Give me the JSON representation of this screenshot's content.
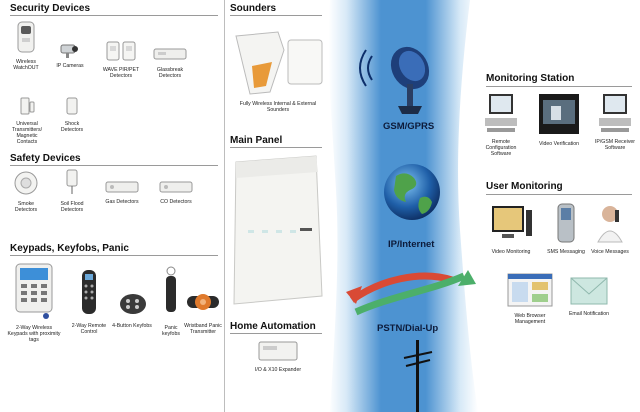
{
  "sections": {
    "security": {
      "title": "Security Devices",
      "devices": [
        {
          "label": "Wireless WatchOUT",
          "icon": "outdoor-detector-icon"
        },
        {
          "label": "IP Cameras",
          "icon": "ip-camera-icon"
        },
        {
          "label": "WAVE PIR/PET Detectors",
          "icon": "pir-detector-icon"
        },
        {
          "label": "Glassbreak Detectors",
          "icon": "glassbreak-detector-icon"
        },
        {
          "label": "Universal Transmitters/ Magnetic Contacts",
          "icon": "magnetic-contact-icon"
        },
        {
          "label": "Shock Detectors",
          "icon": "shock-detector-icon"
        }
      ]
    },
    "safety": {
      "title": "Safety Devices",
      "devices": [
        {
          "label": "Smoke Detectors",
          "icon": "smoke-detector-icon"
        },
        {
          "label": "Soil Flood Detectors",
          "icon": "flood-detector-icon"
        },
        {
          "label": "Gas Detectors",
          "icon": "gas-detector-icon"
        },
        {
          "label": "CO Detectors",
          "icon": "co-detector-icon"
        }
      ]
    },
    "keypads": {
      "title": "Keypads, Keyfobs, Panic",
      "devices": [
        {
          "label": "2-Way Wireless Keypads with proximity tags",
          "icon": "keypad-icon"
        },
        {
          "label": "2-Way Remote Control",
          "icon": "remote-control-icon"
        },
        {
          "label": "4-Button Keyfobs",
          "icon": "keyfob-icon"
        },
        {
          "label": "Panic keyfobs",
          "icon": "panic-keyfob-icon"
        },
        {
          "label": "Wristband Panic Transmitter",
          "icon": "wristband-icon"
        }
      ]
    },
    "sounders": {
      "title": "Sounders",
      "devices": [
        {
          "label": "Fully Wireless Internal & External Sounders",
          "icon": "siren-icon"
        }
      ]
    },
    "main_panel": {
      "title": "Main Panel"
    },
    "home_automation": {
      "title": "Home Automation",
      "devices": [
        {
          "label": "I/O & X10 Expander",
          "icon": "io-expander-icon"
        }
      ]
    },
    "monitoring_station": {
      "title": "Monitoring Station",
      "devices": [
        {
          "label": "Remote Configuration Software",
          "icon": "computer-icon"
        },
        {
          "label": "Video Verification",
          "icon": "video-screen-icon"
        },
        {
          "label": "IP/GSM Receiver Software",
          "icon": "computer-icon"
        }
      ]
    },
    "user_monitoring": {
      "title": "User Monitoring",
      "devices": [
        {
          "label": "Video Monitoring",
          "icon": "video-monitor-icon"
        },
        {
          "label": "SMS Messaging",
          "icon": "mobile-phone-icon"
        },
        {
          "label": "Voice Messages",
          "icon": "person-phone-icon"
        },
        {
          "label": "Web Browser Management",
          "icon": "web-browser-icon"
        },
        {
          "label": "Email Notification",
          "icon": "envelope-icon"
        }
      ]
    }
  },
  "networks": {
    "gsm": "GSM/GPRS",
    "ip": "IP/Internet",
    "pstn": "PSTN/Dial-Up"
  },
  "colors": {
    "band_dark": "#3f86c6",
    "band_light": "#eaf4fb",
    "arrow_red": "#d94a35",
    "arrow_green": "#4caf6a",
    "text_dark": "#0d1b3a"
  }
}
